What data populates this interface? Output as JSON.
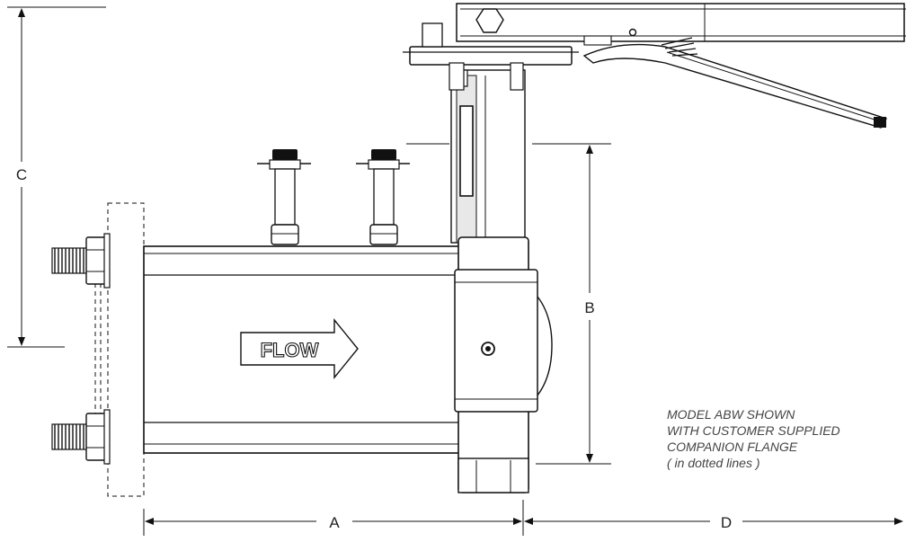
{
  "dimensions": {
    "a": "A",
    "b": "B",
    "c": "C",
    "d": "D"
  },
  "flow_label": "FLOW",
  "note": {
    "line1": "MODEL ABW SHOWN",
    "line2": "WITH CUSTOMER SUPPLIED",
    "line3": "COMPANION FLANGE",
    "line4": "( in dotted lines )"
  },
  "colors": {
    "line": "#111111",
    "shade": "#d9d9d9",
    "fill": "#ffffff"
  }
}
